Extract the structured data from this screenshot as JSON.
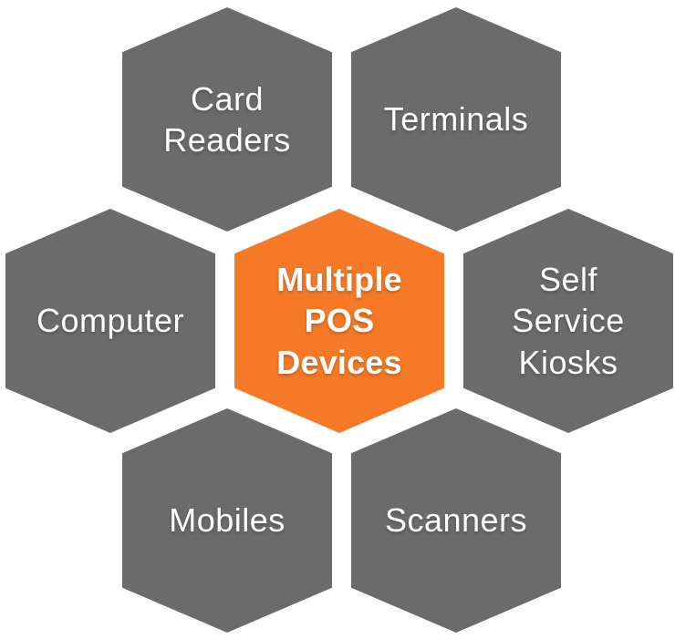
{
  "diagram": {
    "type": "hexagon-cluster",
    "title": "Multiple POS Devices",
    "center": {
      "id": "multiple-pos-devices",
      "label": "Multiple\nPOS\nDevices"
    },
    "satellites": [
      {
        "id": "card-readers",
        "label": "Card\nReaders"
      },
      {
        "id": "terminals",
        "label": "Terminals"
      },
      {
        "id": "computer",
        "label": "Computer"
      },
      {
        "id": "self-service-kiosks",
        "label": "Self\nService\nKiosks"
      },
      {
        "id": "mobiles",
        "label": "Mobiles"
      },
      {
        "id": "scanners",
        "label": "Scanners"
      }
    ]
  },
  "colors": {
    "center_fill": "#f57927",
    "satellite_fill": "#6b6b6b",
    "label_text": "#ffffff",
    "background": "#ffffff"
  }
}
